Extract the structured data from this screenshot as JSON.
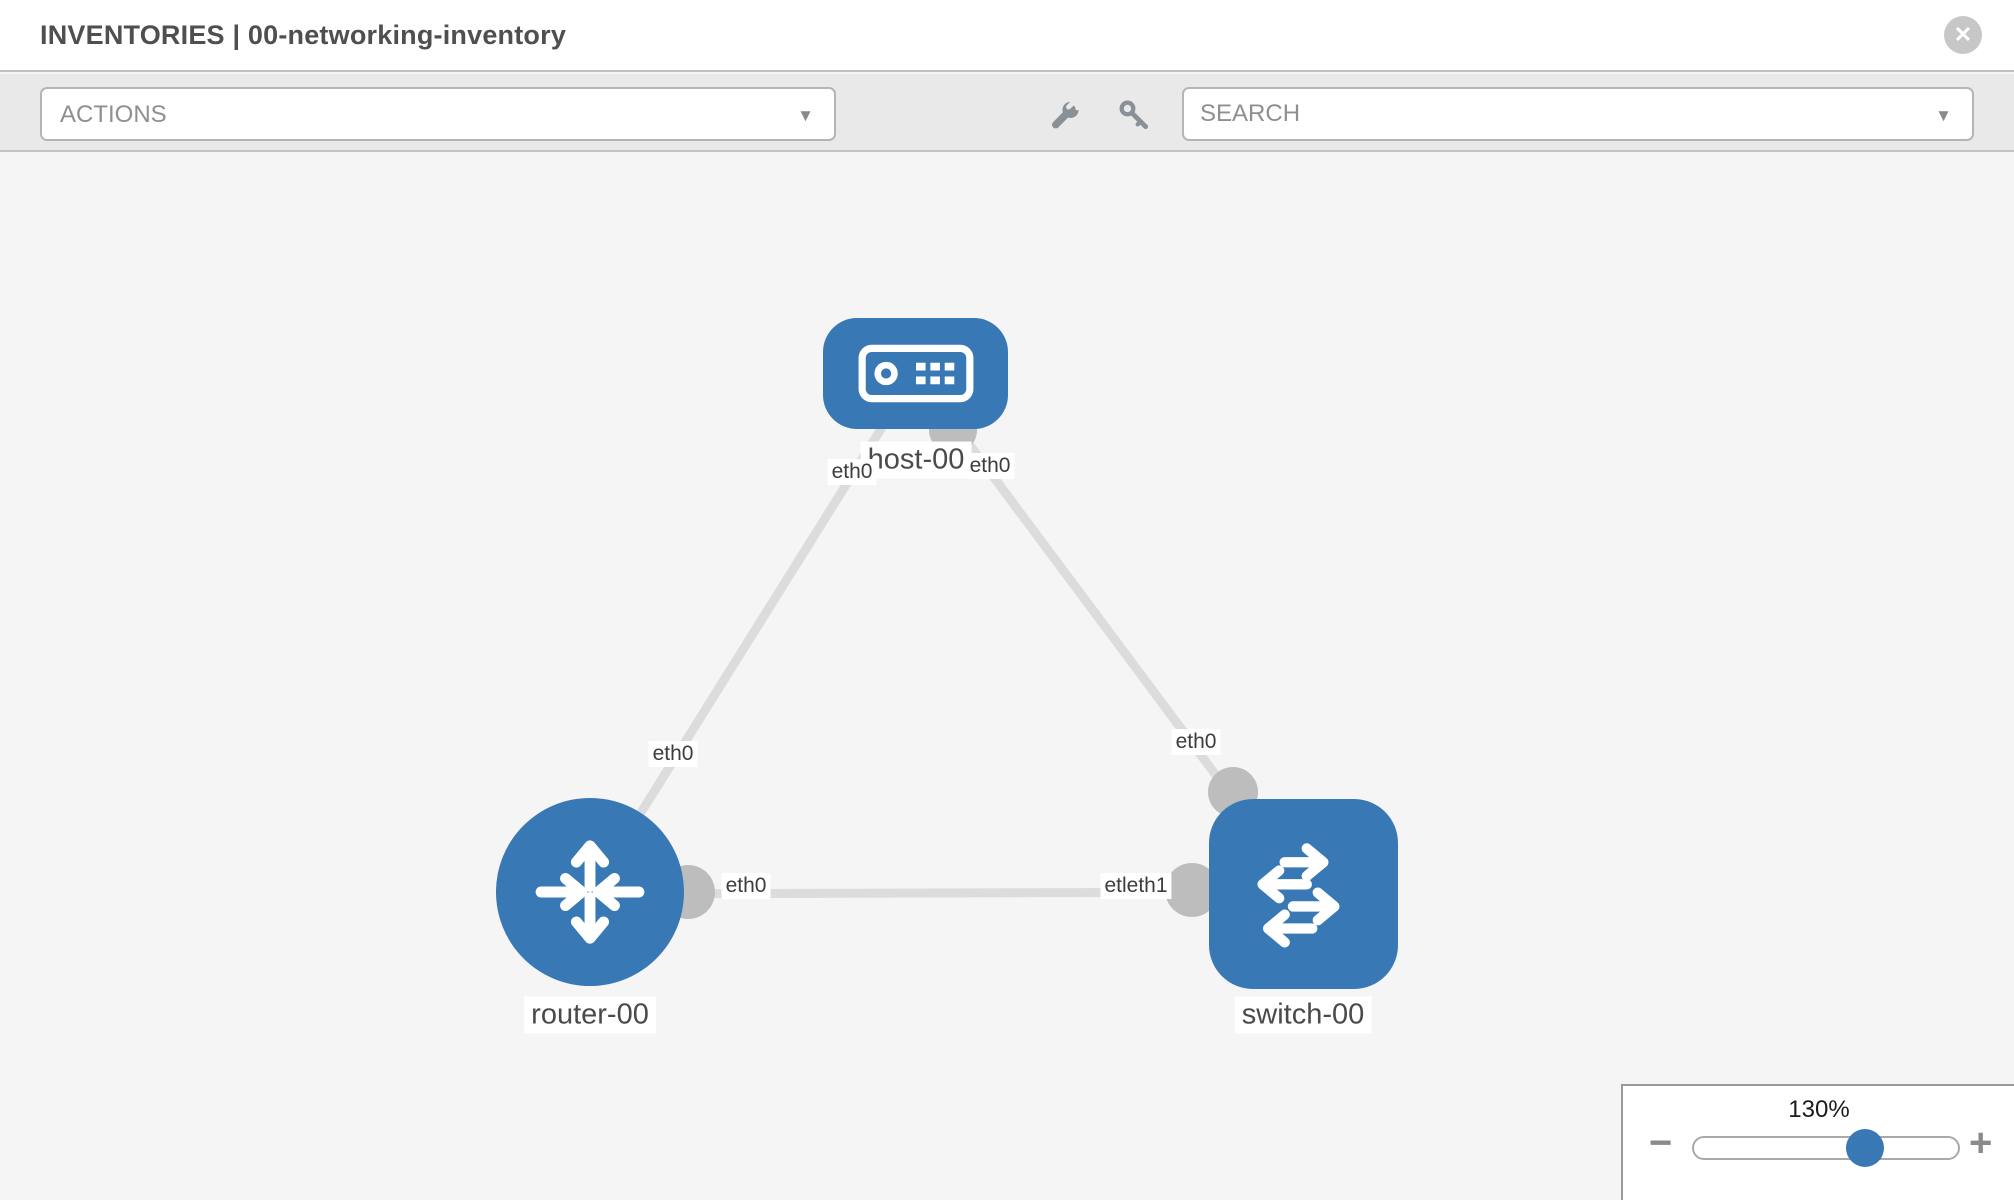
{
  "header": {
    "title": "INVENTORIES | 00-networking-inventory",
    "close_glyph": "✕"
  },
  "toolbar": {
    "actions": {
      "placeholder": "ACTIONS"
    },
    "search": {
      "placeholder": "SEARCH"
    },
    "caret_glyph": "▼",
    "icons": [
      "wrench-icon",
      "key-icon"
    ]
  },
  "canvas": {
    "nodes": [
      {
        "label": "host-00",
        "type": "host"
      },
      {
        "label": "router-00",
        "type": "router"
      },
      {
        "label": "switch-00",
        "type": "switch"
      }
    ],
    "ports": [
      {
        "text": "eth0"
      },
      {
        "text": "eth0"
      },
      {
        "text": "eth0"
      },
      {
        "text": "eth0"
      },
      {
        "text": "eth0"
      },
      {
        "text": "etleth1"
      }
    ],
    "links": [
      {
        "from": "host-00",
        "to": "router-00"
      },
      {
        "from": "host-00",
        "to": "switch-00"
      },
      {
        "from": "router-00",
        "to": "switch-00"
      }
    ]
  },
  "zoom_control": {
    "percent": "130%",
    "minus_glyph": "−",
    "plus_glyph": "+"
  },
  "colors": {
    "node_blue": "#3778b5",
    "link_gray": "#dcdcdc",
    "connector_gray": "#bdbdbd",
    "toolbar_gray": "#e9e9e9"
  }
}
